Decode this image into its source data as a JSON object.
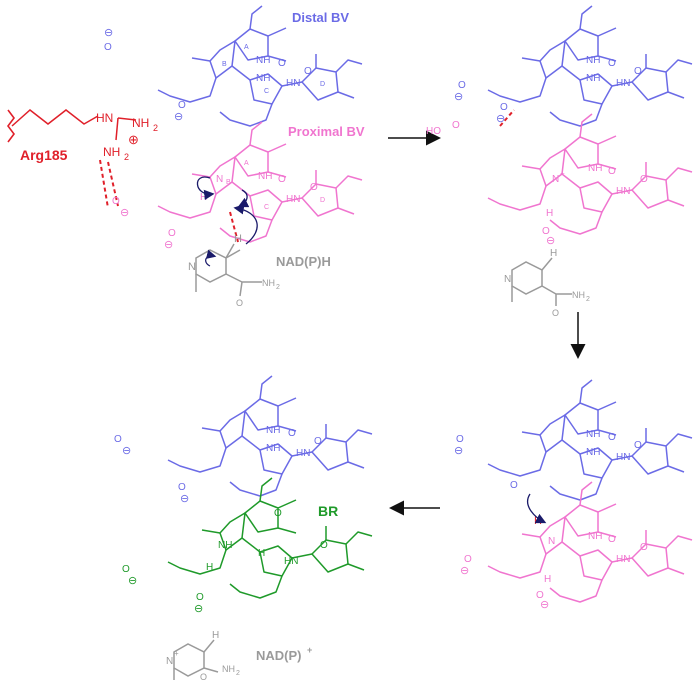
{
  "labels": {
    "distal_bv": "Distal BV",
    "proximal_bv": "Proximal BV",
    "arg185": "Arg185",
    "nadph": "NAD(P)H",
    "nadp_plus_base": "NAD(P)",
    "nadp_plus_sup": "+",
    "br": "BR"
  },
  "atoms": {
    "nh": "NH",
    "hn": "HN",
    "n": "N",
    "o": "O",
    "h": "H",
    "ho": "HO",
    "nh2": "NH",
    "two": "2",
    "minus": "−",
    "plus": "+",
    "neg_charge": "⊖",
    "pos_charge": "⊕"
  },
  "rings": {
    "a": "A",
    "b": "B",
    "c": "C",
    "d": "D"
  },
  "colors": {
    "distal": "#6b6be6",
    "proximal": "#f075cf",
    "arg": "#e0202a",
    "nad": "#9a9a9a",
    "br": "#1f9a2a",
    "arrow": "#111111",
    "curly": "#1a1a6a"
  }
}
